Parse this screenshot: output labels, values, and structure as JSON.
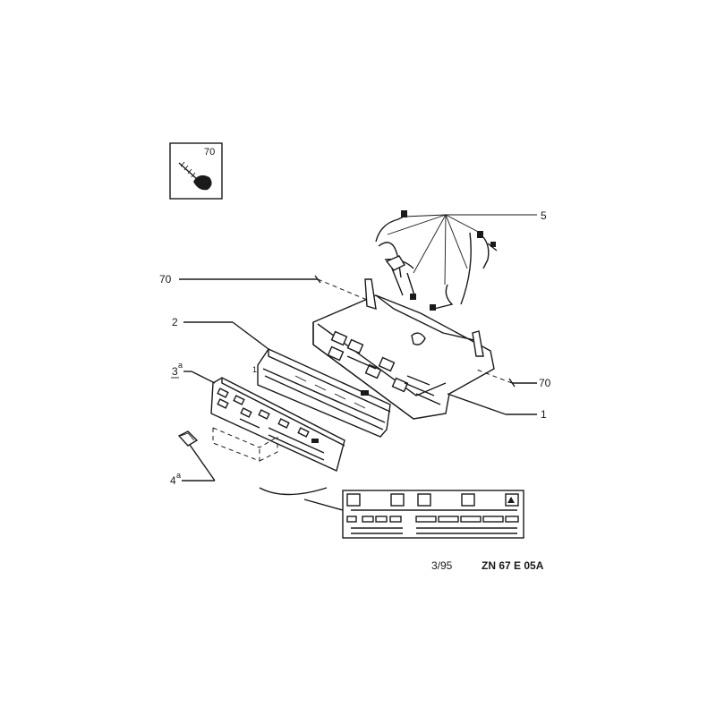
{
  "labels": {
    "screw_box_ref": "70",
    "ref_70_left": "70",
    "ref_70_right": "70",
    "ref_1": "1",
    "ref_2": "2",
    "ref_3": "3",
    "ref_3_sup": "a",
    "ref_4": "4",
    "ref_4_sup": "a",
    "ref_5": "5",
    "small_1": "1"
  },
  "footer": {
    "date": "3/95",
    "code": "ZN 67 E 05A"
  },
  "colors": {
    "ink": "#1a1a1a",
    "paper": "#ffffff"
  }
}
